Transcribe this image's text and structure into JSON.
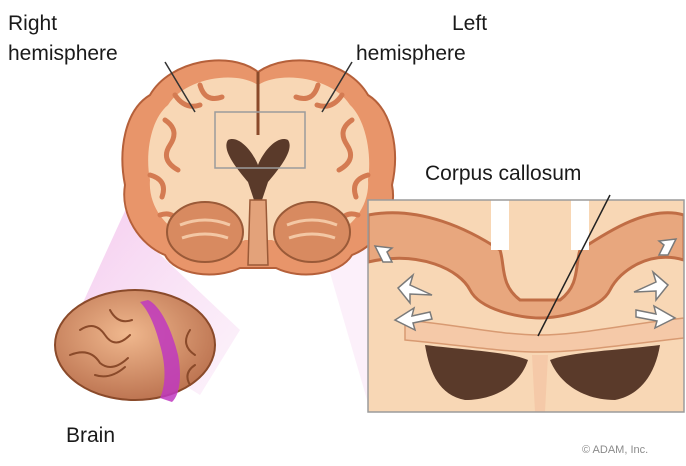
{
  "labels": {
    "right_hemisphere_line1": "Right",
    "right_hemisphere_line2": "hemisphere",
    "left_hemisphere_line1": "Left",
    "left_hemisphere_line2": "hemisphere",
    "corpus_callosum": "Corpus callosum",
    "brain": "Brain"
  },
  "copyright": "© ADAM, Inc.",
  "colors": {
    "cortex_orange": "#e8956a",
    "white_matter": "#f8d7b5",
    "ventricle_dark": "#5a3a2a",
    "highlight_magenta": "#c038c0",
    "callout_pink": "#f3c2ec",
    "arrow_white": "#ffffff"
  }
}
